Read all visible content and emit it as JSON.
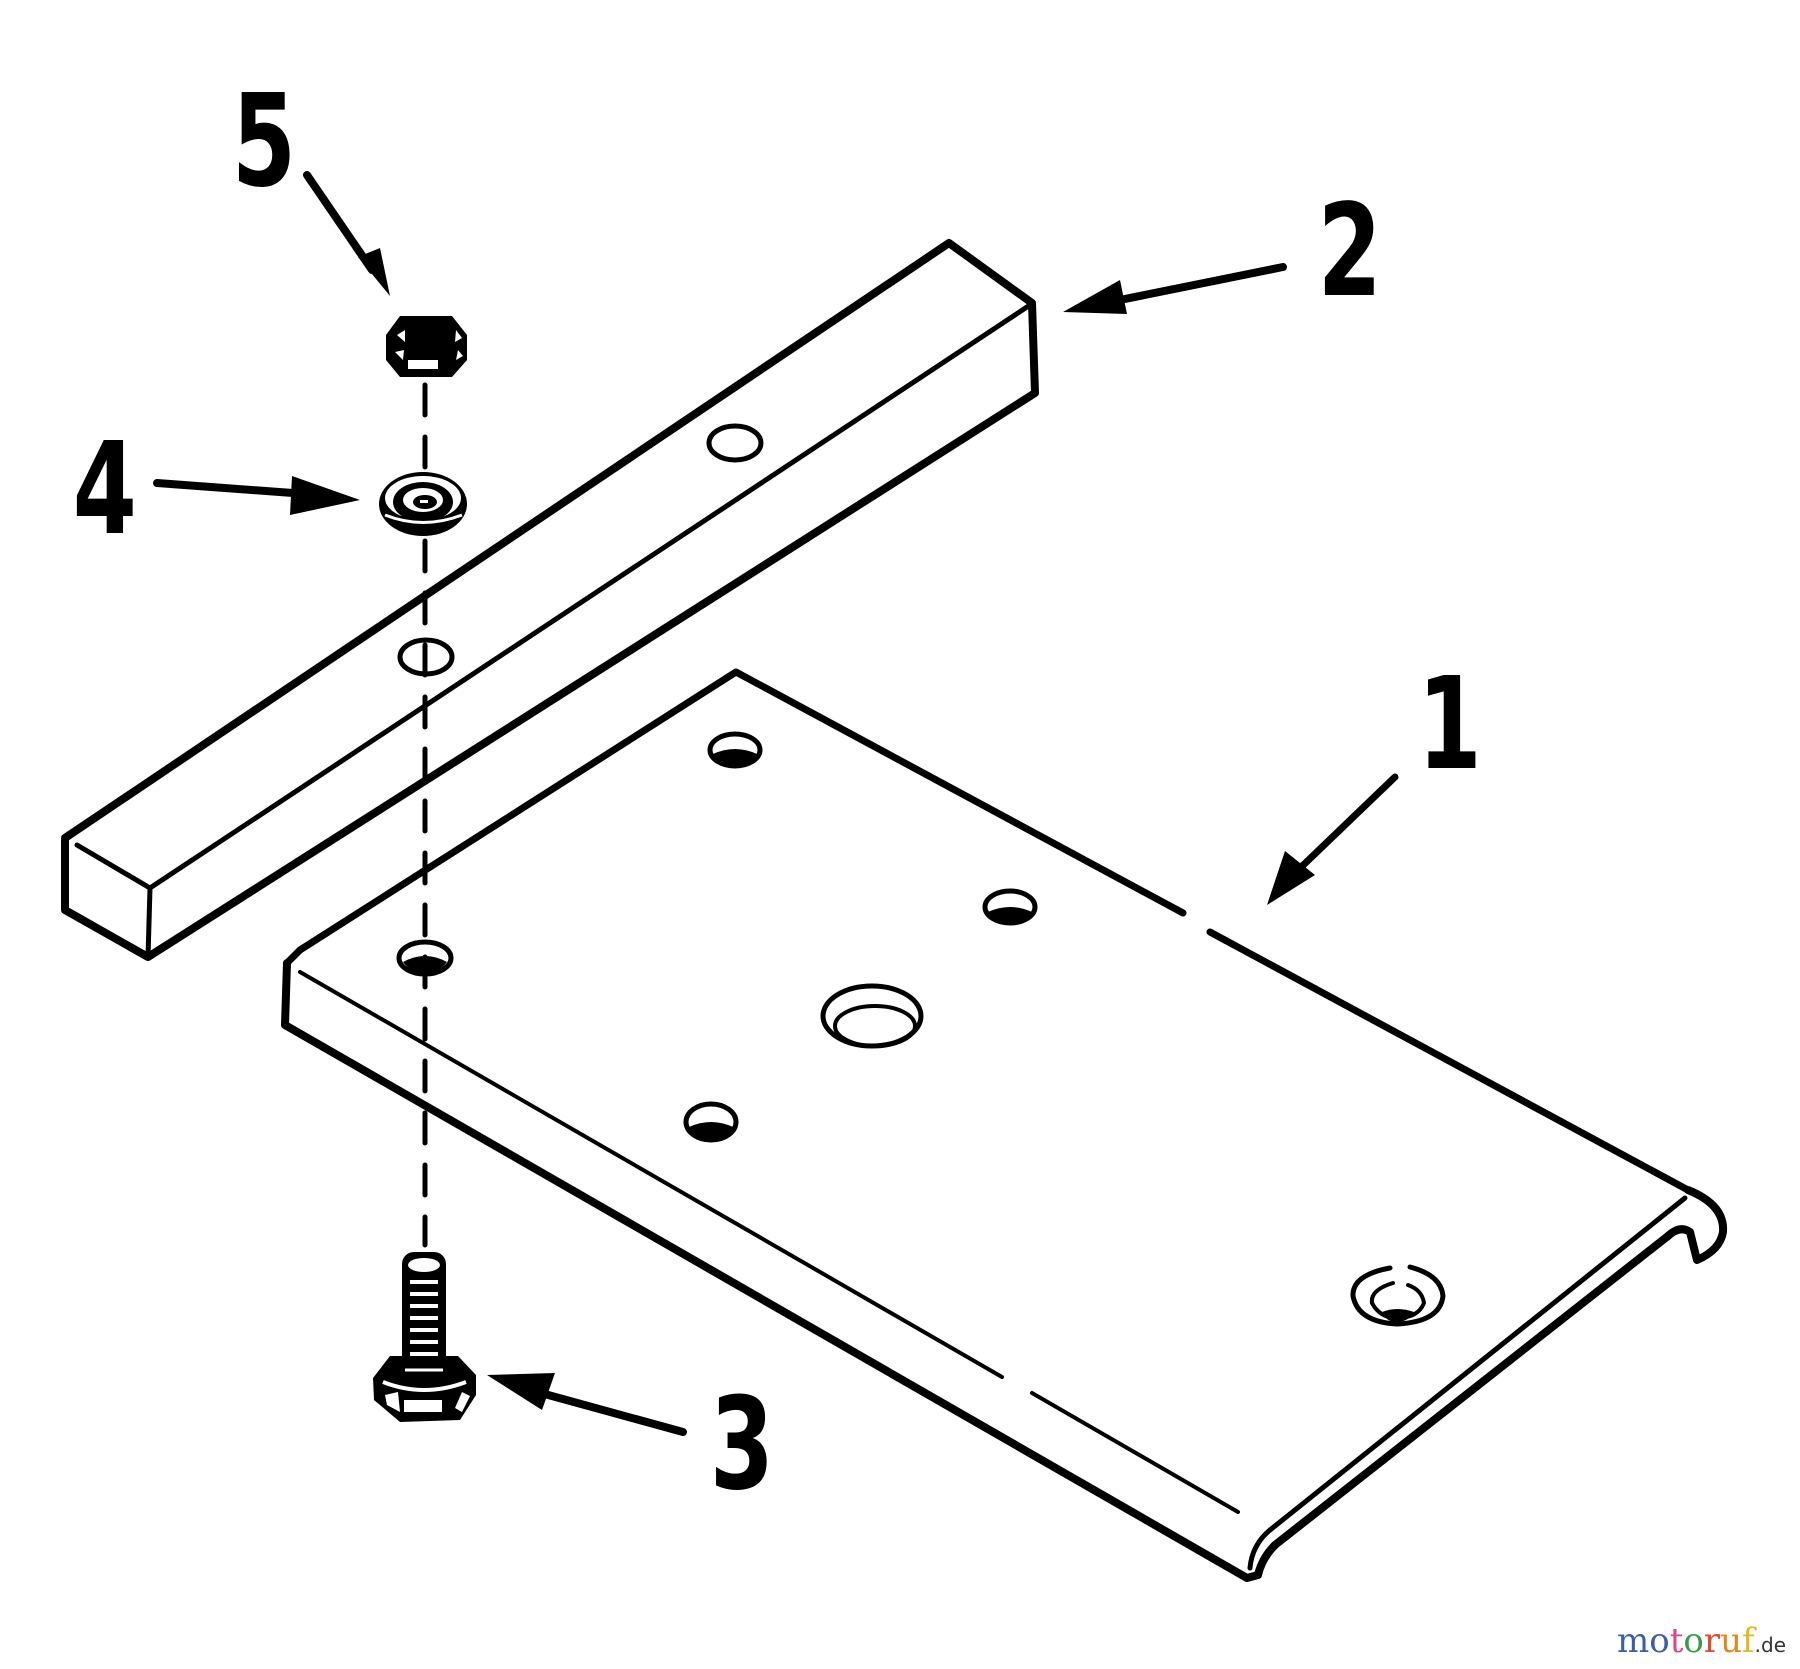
{
  "diagram": {
    "type": "exploded-parts-diagram",
    "parts": [
      {
        "number": "1",
        "name": "plate",
        "callout": "1"
      },
      {
        "number": "2",
        "name": "bar",
        "callout": "2"
      },
      {
        "number": "3",
        "name": "hex bolt",
        "callout": "3"
      },
      {
        "number": "4",
        "name": "lock washer",
        "callout": "4"
      },
      {
        "number": "5",
        "name": "hex nut",
        "callout": "5"
      }
    ],
    "callouts": {
      "c1": "1",
      "c2": "2",
      "c3": "3",
      "c4": "4",
      "c5": "5"
    }
  },
  "watermark": {
    "letters": [
      "m",
      "o",
      "t",
      "o",
      "r",
      "u",
      "f"
    ],
    "colors": [
      "#3a5fa8",
      "#3a5fa8",
      "#d9468a",
      "#3a9a48",
      "#e04a2a",
      "#e08a1a",
      "#e0b820"
    ],
    "suffix": ".de"
  }
}
